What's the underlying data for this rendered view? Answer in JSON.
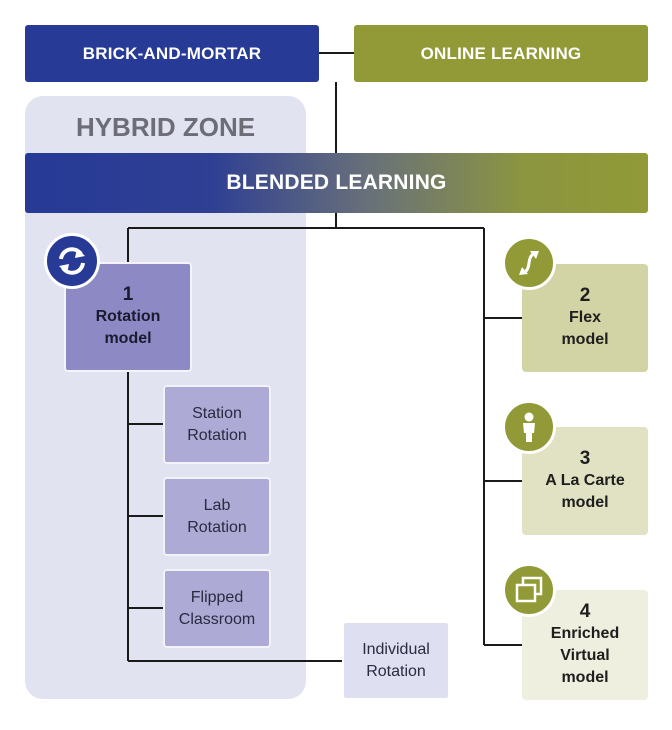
{
  "banners": {
    "brick_and_mortar": "BRICK-AND-MORTAR",
    "online_learning": "ONLINE LEARNING",
    "blended_learning": "BLENDED LEARNING",
    "hybrid_zone": "HYBRID ZONE"
  },
  "models": [
    {
      "number": "1",
      "line1": "Rotation",
      "line2": "model",
      "line3": "",
      "icon": "rotation-icon"
    },
    {
      "number": "2",
      "line1": "Flex",
      "line2": "model",
      "line3": "",
      "icon": "flex-arrows-icon"
    },
    {
      "number": "3",
      "line1": "A La Carte",
      "line2": "model",
      "line3": "",
      "icon": "person-icon"
    },
    {
      "number": "4",
      "line1": "Enriched",
      "line2": "Virtual",
      "line3": "model",
      "icon": "stacked-windows-icon"
    }
  ],
  "rotation_submodels": [
    {
      "line1": "Station",
      "line2": "Rotation"
    },
    {
      "line1": "Lab",
      "line2": "Rotation"
    },
    {
      "line1": "Flipped",
      "line2": "Classroom"
    },
    {
      "line1": "Individual",
      "line2": "Rotation"
    }
  ],
  "colors": {
    "brick_and_mortar": "#263a96",
    "online_learning": "#919a36",
    "hybrid_zone_bg": "#e2e3f1",
    "rotation_model": "#8d89c4",
    "submodel": "#aeaad6",
    "individual_rotation": "#dedff0",
    "flex_model": "#d3d4a5",
    "a_la_carte_model": "#e1e2c4",
    "enriched_virtual_model": "#efefe0"
  }
}
